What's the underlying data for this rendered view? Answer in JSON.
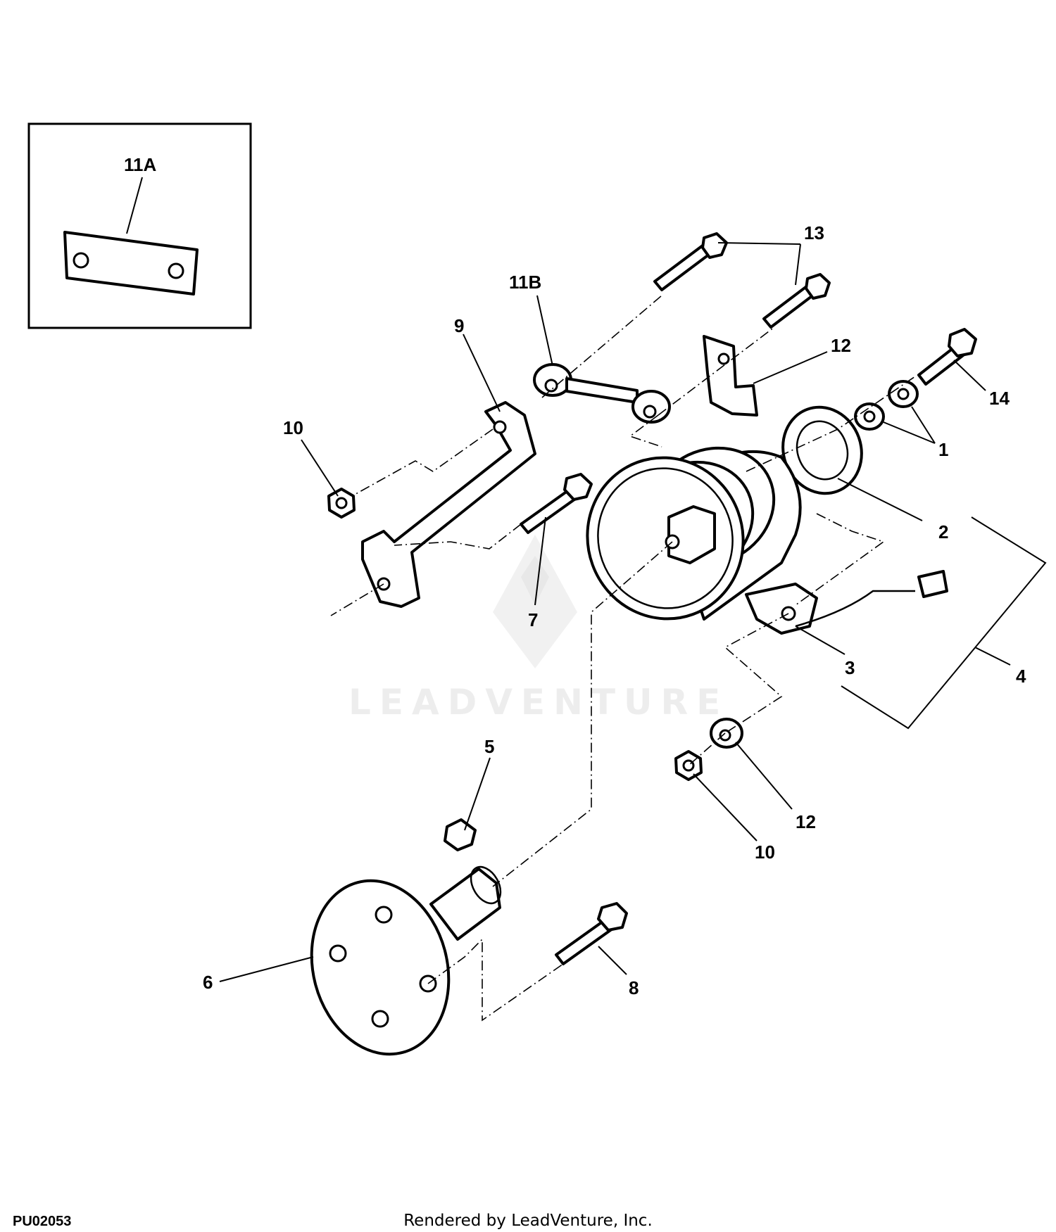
{
  "diagram": {
    "figure_id": "PU02053",
    "footer": "Rendered by LeadVenture, Inc.",
    "watermark": "LEADVENTURE",
    "callouts": [
      "11A",
      "13",
      "11B",
      "12",
      "9",
      "14",
      "10",
      "1",
      "2",
      "7",
      "4",
      "3",
      "5",
      "12",
      "10",
      "6",
      "8"
    ]
  }
}
